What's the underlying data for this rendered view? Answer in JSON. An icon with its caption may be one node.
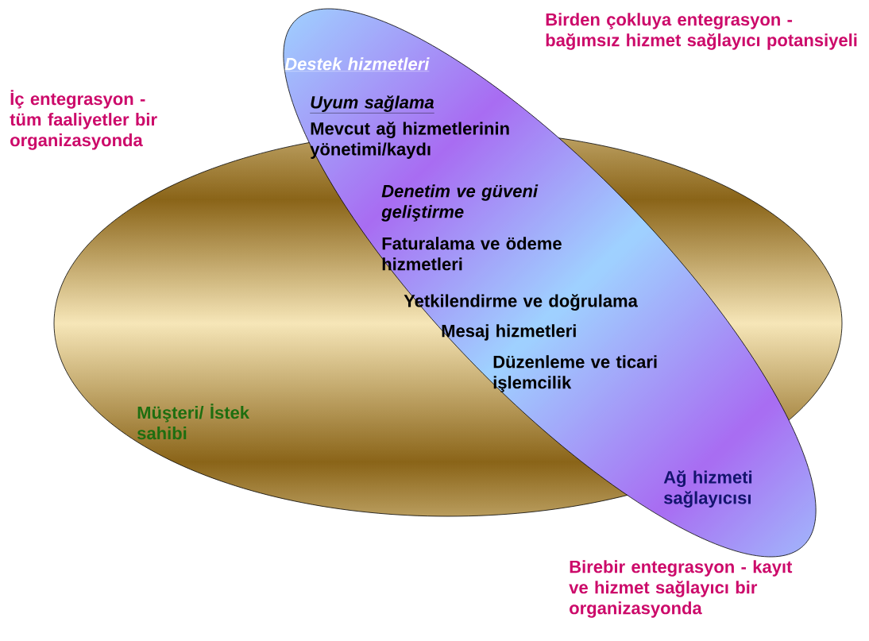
{
  "diagram": {
    "nodes": [
      {
        "text": [
          "Müşteri/ İstek sahibi"
        ]
      },
      {
        "text": [
          "Destek hizmetleri",
          "Uyum sağlama",
          "Mevcut ağ hizmetlerinin yönetimi/kaydı",
          "Denetim ve güveni geliştirme",
          "Faturalama ve ödeme hizmetleri",
          "Yetkilendirme ve doğrulama",
          "Mesaj hizmetleri",
          "Düzenleme ve ticari işlemcilik",
          "Ağ hizmeti sağlayıcısı"
        ]
      }
    ],
    "labels": [
      "İç entegrasyon - tüm faaliyetler bir organizasyonda",
      "Birden çokluya entegrasyon - bağımsız hizmet sağlayıcı potansiyeli",
      "Birebir entegrasyon - kayıt ve hizmet sağlayıcı bir organizasyonda"
    ]
  }
}
